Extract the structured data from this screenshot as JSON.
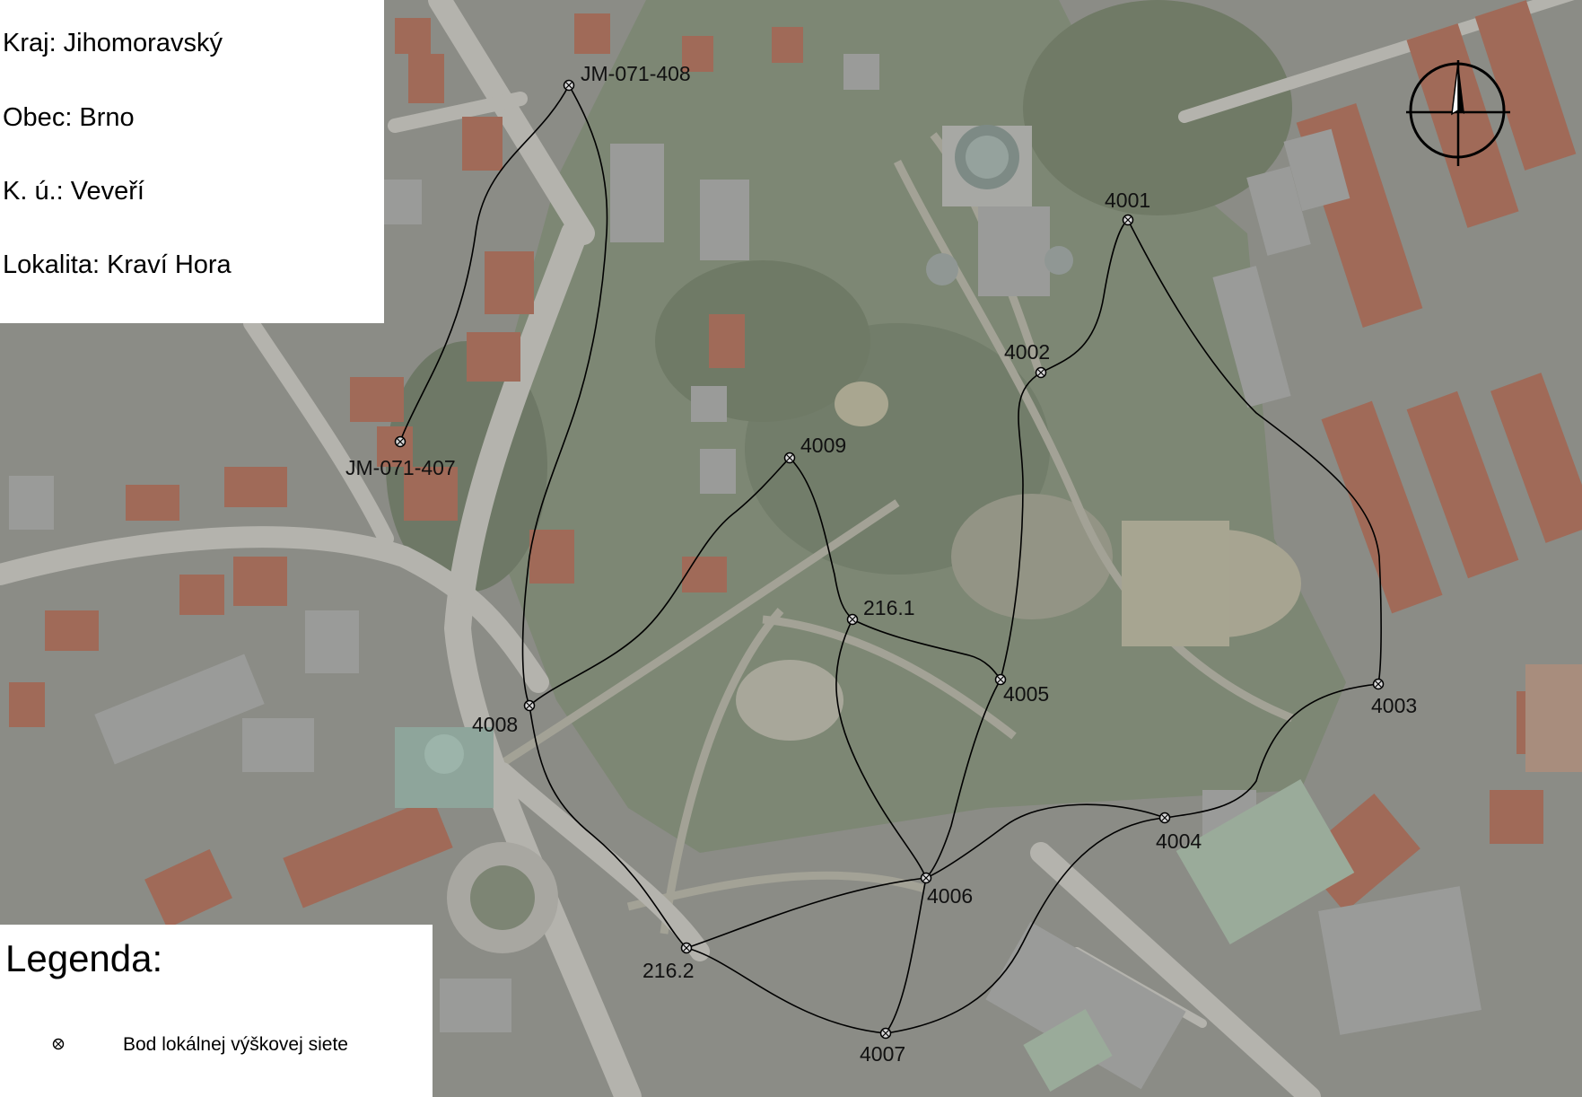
{
  "info": {
    "kraj": "Kraj: Jihomoravský",
    "obec": "Obec: Brno",
    "ku": "K. ú.: Veveří",
    "lokalita": "Lokalita: Kraví Hora"
  },
  "legend": {
    "title": "Legenda:",
    "items": [
      {
        "symbol": "circle-cross",
        "label": "Bod lokálnej výškovej siete"
      }
    ]
  },
  "north_arrow": {
    "icon": "north-arrow-icon"
  },
  "points": [
    {
      "id": "jm408",
      "label": "JM-071-408"
    },
    {
      "id": "jm407",
      "label": "JM-071-407"
    },
    {
      "id": "p4001",
      "label": "4001"
    },
    {
      "id": "p4002",
      "label": "4002"
    },
    {
      "id": "p4009",
      "label": "4009"
    },
    {
      "id": "p2161",
      "label": "216.1"
    },
    {
      "id": "p4005",
      "label": "4005"
    },
    {
      "id": "p4003",
      "label": "4003"
    },
    {
      "id": "p4008",
      "label": "4008"
    },
    {
      "id": "p4004",
      "label": "4004"
    },
    {
      "id": "p4006",
      "label": "4006"
    },
    {
      "id": "p2162",
      "label": "216.2"
    },
    {
      "id": "p4007",
      "label": "4007"
    }
  ],
  "colors": {
    "background": "#8a8b86",
    "line": "#000000",
    "panel": "#ffffff"
  }
}
